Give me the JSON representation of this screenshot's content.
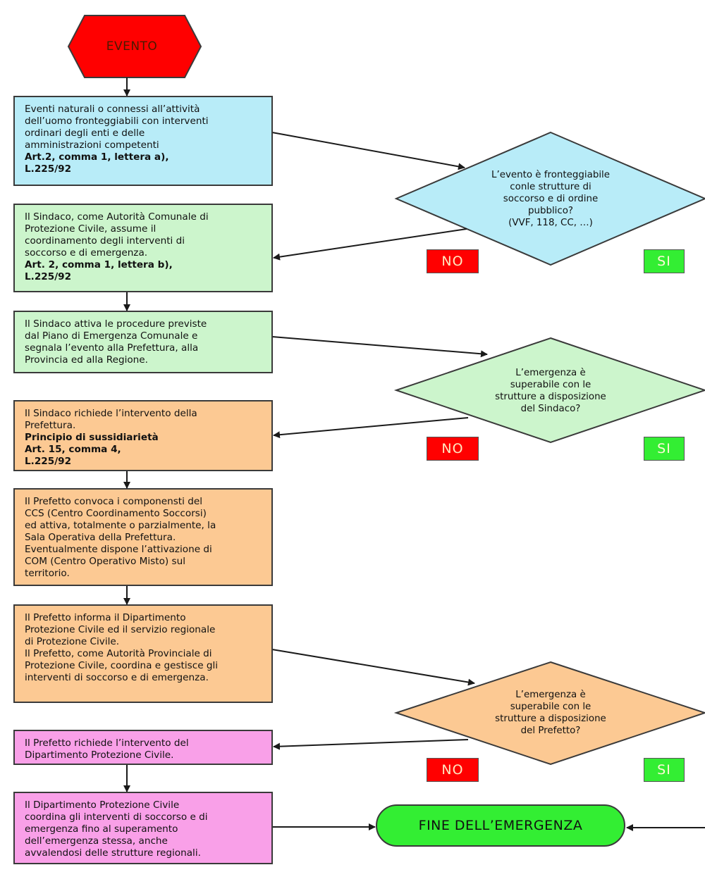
{
  "start": {
    "label": "EVENTO"
  },
  "steps": [
    {
      "lines": [
        "Eventi naturali o connessi all’attività",
        "dell’uomo fronteggiabili con interventi",
        "ordinari degli enti e delle",
        "amministrazioni competenti"
      ],
      "bold": [
        "Art.2, comma 1, lettera a),",
        "L.225/92"
      ]
    },
    {
      "lines": [
        "Il Sindaco, come Autorità Comunale di",
        "Protezione Civile, assume il",
        "coordinamento degli interventi di",
        "soccorso e di emergenza."
      ],
      "bold": [
        "Art. 2, comma 1, lettera b),",
        "L.225/92"
      ]
    },
    {
      "lines": [
        "Il Sindaco attiva le procedure previste",
        "dal Piano di Emergenza Comunale e",
        "segnala l’evento alla Prefettura, alla",
        "Provincia ed alla Regione."
      ],
      "bold": []
    },
    {
      "lines": [
        "Il Sindaco richiede l’intervento della",
        "Prefettura."
      ],
      "bold": [
        "Principio di sussidiarietà",
        "Art. 15, comma 4,",
        "L.225/92"
      ]
    },
    {
      "lines": [
        "Il Prefetto convoca i componensti del",
        "CCS (Centro Coordinamento Soccorsi)",
        "ed attiva, totalmente o parzialmente, la",
        "Sala Operativa della Prefettura.",
        "Eventualmente dispone l’attivazione di",
        "COM (Centro Operativo Misto) sul",
        "territorio."
      ],
      "bold": []
    },
    {
      "lines": [
        "Il Prefetto informa il Dipartimento",
        "Protezione Civile ed il servizio regionale",
        "di Protezione Civile.",
        "Il Prefetto, come Autorità Provinciale di",
        "Protezione Civile, coordina e gestisce gli",
        "interventi di soccorso e di emergenza."
      ],
      "bold": []
    },
    {
      "lines": [
        "Il Prefetto richiede l’intervento del",
        "Dipartimento Protezione Civile."
      ],
      "bold": []
    },
    {
      "lines": [
        "Il Dipartimento Protezione Civile",
        "coordina gli interventi di soccorso e di",
        "emergenza fino al superamento",
        "dell’emergenza stessa, anche",
        "avvalendosi delle strutture regionali."
      ],
      "bold": []
    }
  ],
  "decisions": [
    {
      "lines": [
        "L’evento è fronteggiabile",
        "conle strutture di",
        "soccorso e di ordine",
        "pubblico?",
        "(VVF, 118, CC, …)"
      ]
    },
    {
      "lines": [
        "L’emergenza è",
        "superabile con le",
        "strutture a disposizione",
        "del Sindaco?"
      ]
    },
    {
      "lines": [
        "L’emergenza è",
        "superabile con le",
        "strutture a disposizione",
        "del Prefetto?"
      ]
    }
  ],
  "answers": {
    "no": "NO",
    "yes": "SI"
  },
  "end": {
    "label": "FINE DELL’EMERGENZA"
  },
  "colors": {
    "start": "#ff0000",
    "stage1": "#b8ecf8",
    "stage2": "#ccf5cc",
    "stage3": "#fcc993",
    "stage4": "#f9a0e8",
    "end": "#33ee33",
    "no": "#ff0000",
    "yes": "#33ee33",
    "line": "#1a1a1a"
  }
}
